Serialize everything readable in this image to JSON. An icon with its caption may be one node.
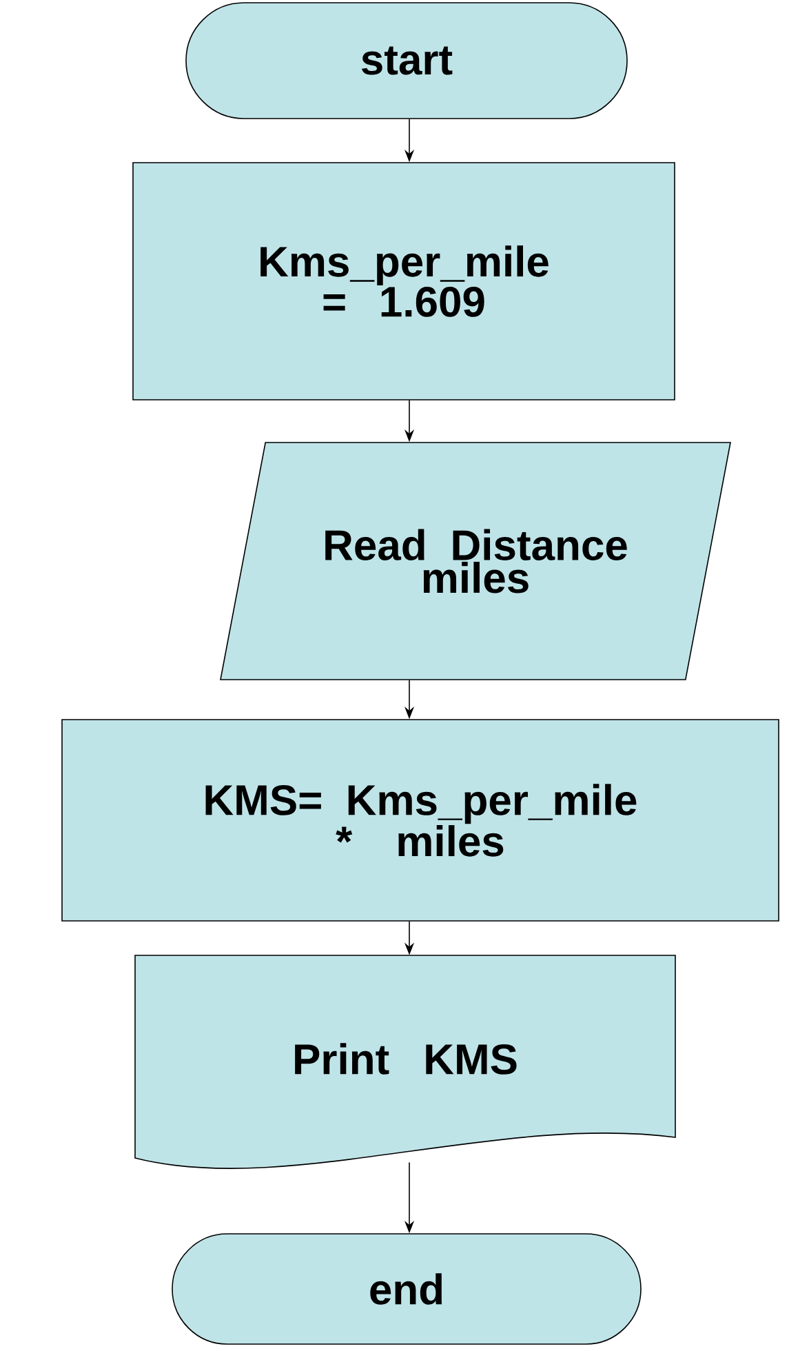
{
  "diagram": {
    "nodes": [
      {
        "text": [
          "start"
        ]
      },
      {
        "text": [
          "Kms_per_mile = 1.609"
        ]
      },
      {
        "text": [
          "Read Distance miles"
        ]
      },
      {
        "text": [
          "KMS= Kms_per_mile * miles"
        ]
      },
      {
        "text": [
          "Print KMS"
        ]
      },
      {
        "text": [
          "end"
        ]
      }
    ],
    "edges": [
      {
        "from": 0,
        "to": 1,
        "arrow": "to"
      },
      {
        "from": 1,
        "to": 2,
        "arrow": "to"
      },
      {
        "from": 2,
        "to": 3,
        "arrow": "to"
      },
      {
        "from": 3,
        "to": 4,
        "arrow": "to"
      },
      {
        "from": 4,
        "to": 5,
        "arrow": "to"
      }
    ]
  }
}
